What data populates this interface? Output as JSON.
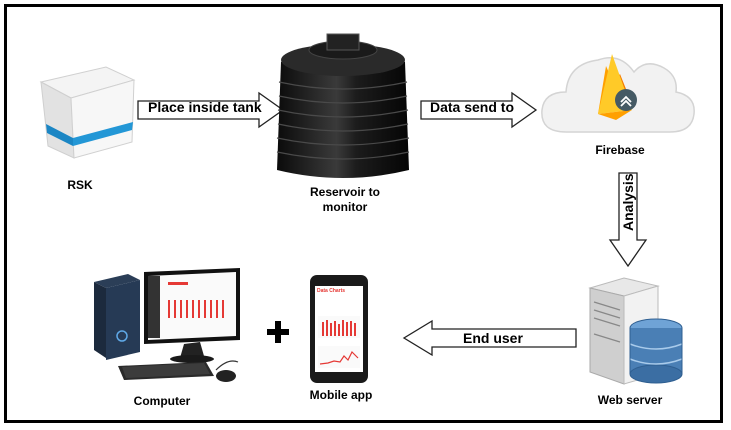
{
  "nodes": {
    "rsk": "RSK",
    "reservoir": "Reservoir to monitor",
    "firebase": "Firebase",
    "web_server": "Web server",
    "mobile_app": "Mobile app",
    "computer": "Computer"
  },
  "edges": {
    "rsk_to_reservoir": "Place inside tank",
    "reservoir_to_firebase": "Data send to",
    "firebase_to_server": "Analysis",
    "server_to_mobile": "End user"
  },
  "mobile_screen": {
    "title": "Data Charts"
  },
  "colors": {
    "firebase_yellow": "#FFCA28",
    "firebase_orange": "#F57C00",
    "db_blue": "#4a7fb5",
    "chart_red": "#e53935"
  }
}
